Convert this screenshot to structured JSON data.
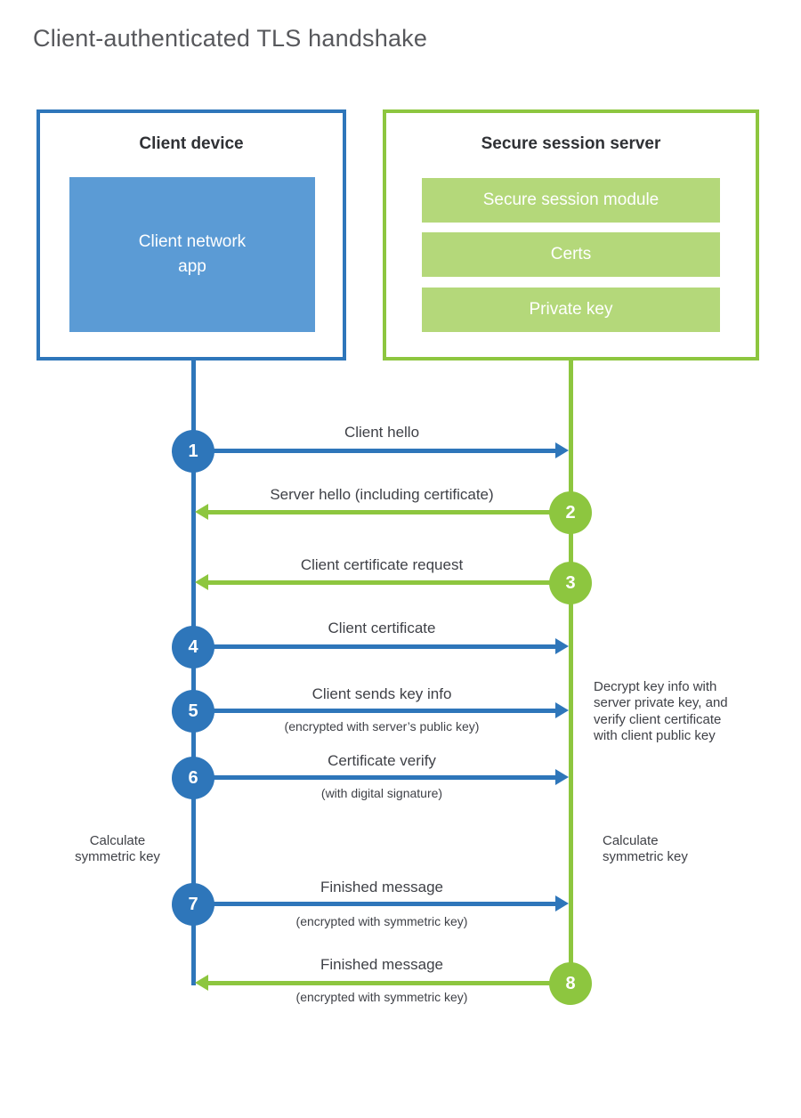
{
  "title": "Client-authenticated TLS handshake",
  "colors": {
    "blue": "#2e76ba",
    "blue_fill": "#5b9bd5",
    "green": "#8dc63f",
    "green_fill": "#b4d87a"
  },
  "client": {
    "title": "Client device",
    "module": "Client network\napp"
  },
  "server": {
    "title": "Secure session server",
    "modules": [
      "Secure session module",
      "Certs",
      "Private key"
    ]
  },
  "steps": [
    {
      "number": "1",
      "from": "client",
      "direction": "right",
      "label": "Client hello"
    },
    {
      "number": "2",
      "from": "server",
      "direction": "left",
      "label": "Server hello (including certificate)"
    },
    {
      "number": "3",
      "from": "server",
      "direction": "left",
      "label": "Client certificate request"
    },
    {
      "number": "4",
      "from": "client",
      "direction": "right",
      "label": "Client certificate"
    },
    {
      "number": "5",
      "from": "client",
      "direction": "right",
      "label": "Client sends key info",
      "sublabel": "(encrypted with server’s public key)"
    },
    {
      "number": "6",
      "from": "client",
      "direction": "right",
      "label": "Certificate verify",
      "sublabel": "(with digital signature)"
    },
    {
      "number": "7",
      "from": "client",
      "direction": "right",
      "label": "Finished message",
      "sublabel": "(encrypted with symmetric key)"
    },
    {
      "number": "8",
      "from": "server",
      "direction": "left",
      "label": "Finished message",
      "sublabel": "(encrypted with symmetric key)"
    }
  ],
  "notes": {
    "decrypt": "Decrypt key info with server private key, and verify client certificate with client public key",
    "calculate_left": "Calculate\nsymmetric key",
    "calculate_right": "Calculate\nsymmetric key"
  }
}
